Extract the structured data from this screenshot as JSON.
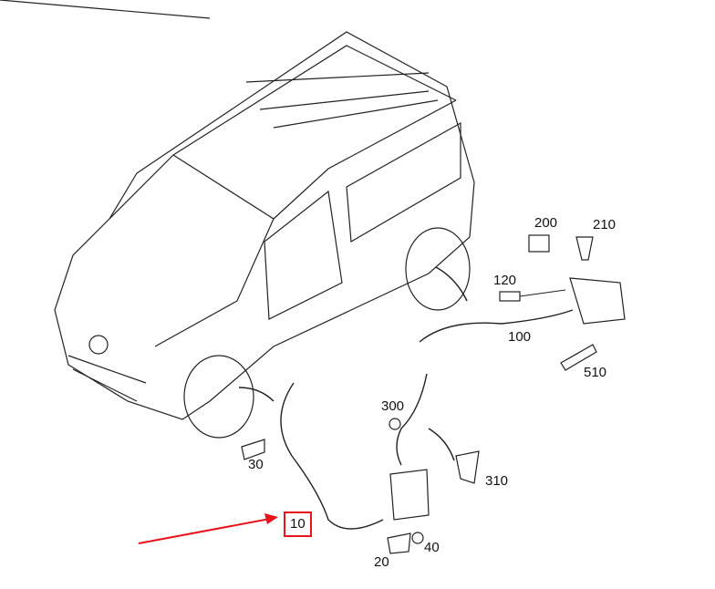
{
  "diagram": {
    "title": "Van wheel speed sensor parts diagram",
    "labels": {
      "p200": "200",
      "p210": "210",
      "p120": "120",
      "p100": "100",
      "p510": "510",
      "p300": "300",
      "p310": "310",
      "p30": "30",
      "p10": "10",
      "p20": "20",
      "p40": "40"
    },
    "highlight_color": "#e8141b"
  }
}
